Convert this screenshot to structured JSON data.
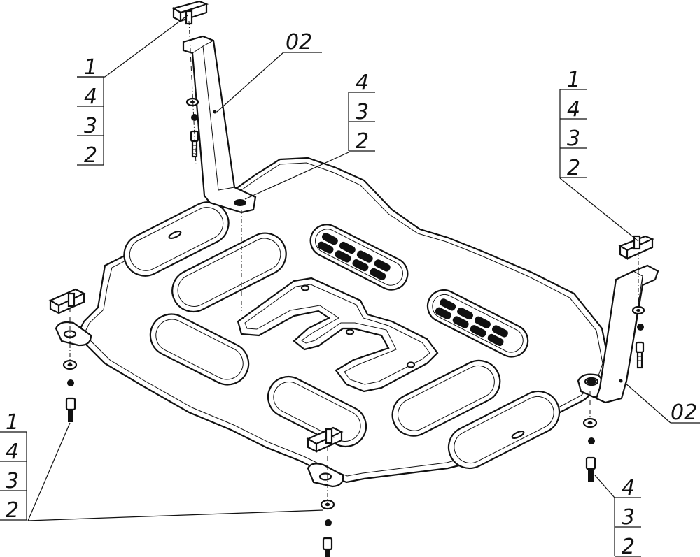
{
  "callouts": {
    "top_left": [
      "1",
      "4",
      "3",
      "2"
    ],
    "top_center": [
      "4",
      "3",
      "2"
    ],
    "right": [
      "1",
      "4",
      "3",
      "2"
    ],
    "bottom_left": [
      "1",
      "4",
      "3",
      "2"
    ],
    "bottom_right": [
      "4",
      "3",
      "2"
    ]
  },
  "part_labels": {
    "bracket_left": "02",
    "bracket_right": "02"
  }
}
